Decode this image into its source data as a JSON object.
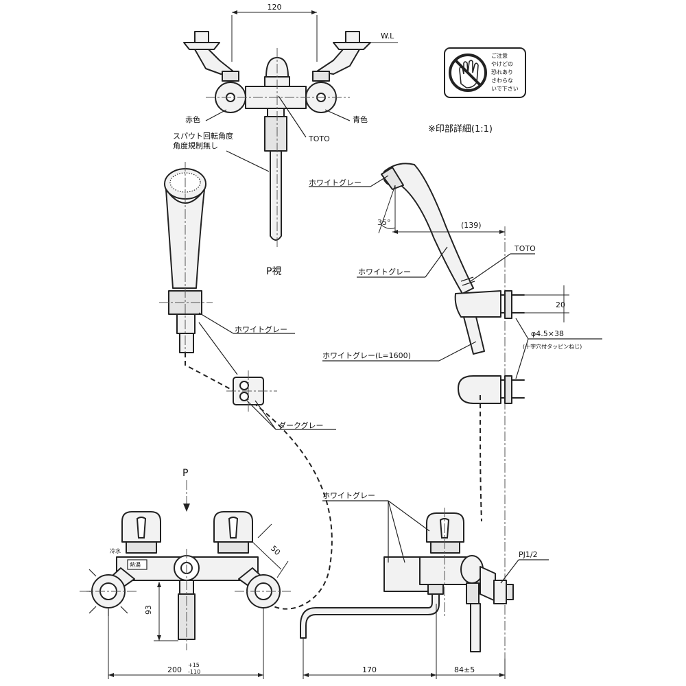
{
  "dimensions": {
    "top_width": "120",
    "wl": "W.L",
    "shower_angle": "35°",
    "shower_offset": "(139)",
    "hook_pitch": "20",
    "screw": "φ4.5×38",
    "screw_note": "(十字穴付タッピンねじ)",
    "outlet_angle": "50",
    "spout_drop": "93",
    "bottom_width_main": "200",
    "bottom_width_tol_upper": "+15",
    "bottom_width_tol_lower": "-110",
    "spout_reach": "170",
    "wall_offset": "84±5",
    "thread": "PJ1/2"
  },
  "labels": {
    "red": "赤色",
    "blue": "青色",
    "toto_top": "TOTO",
    "spout_note_1": "スパウト回転角度",
    "spout_note_2": "角度規制無し",
    "view_p": "P視",
    "p_arrow": "P",
    "white_gray_head": "ホワイトグレー",
    "white_gray_hose_side": "ホワイトグレー",
    "white_gray_holder": "ホワイトグレー",
    "white_gray_hose": "ホワイトグレー(L=1600)",
    "white_gray_body": "ホワイトグレー",
    "dark_gray": "ダークグレー",
    "toto_right": "TOTO",
    "detail_title": "※印部詳細(1:1)",
    "caution_line1": "ご注意",
    "caution_line2": "やけどの",
    "caution_line3": "恐れあり",
    "caution_line4": "さわらな",
    "caution_line5": "いで下さい",
    "cold_tag": "冷水",
    "hot_tag": "熱湯"
  },
  "icons": {
    "caution": "no-touch-warning-icon",
    "cross_mark": "asterisk-mark-icon"
  },
  "colors": {
    "line": "#222222",
    "fill_light": "#f2f2f2",
    "fill_mid": "#e4e4e4",
    "background": "#ffffff"
  }
}
